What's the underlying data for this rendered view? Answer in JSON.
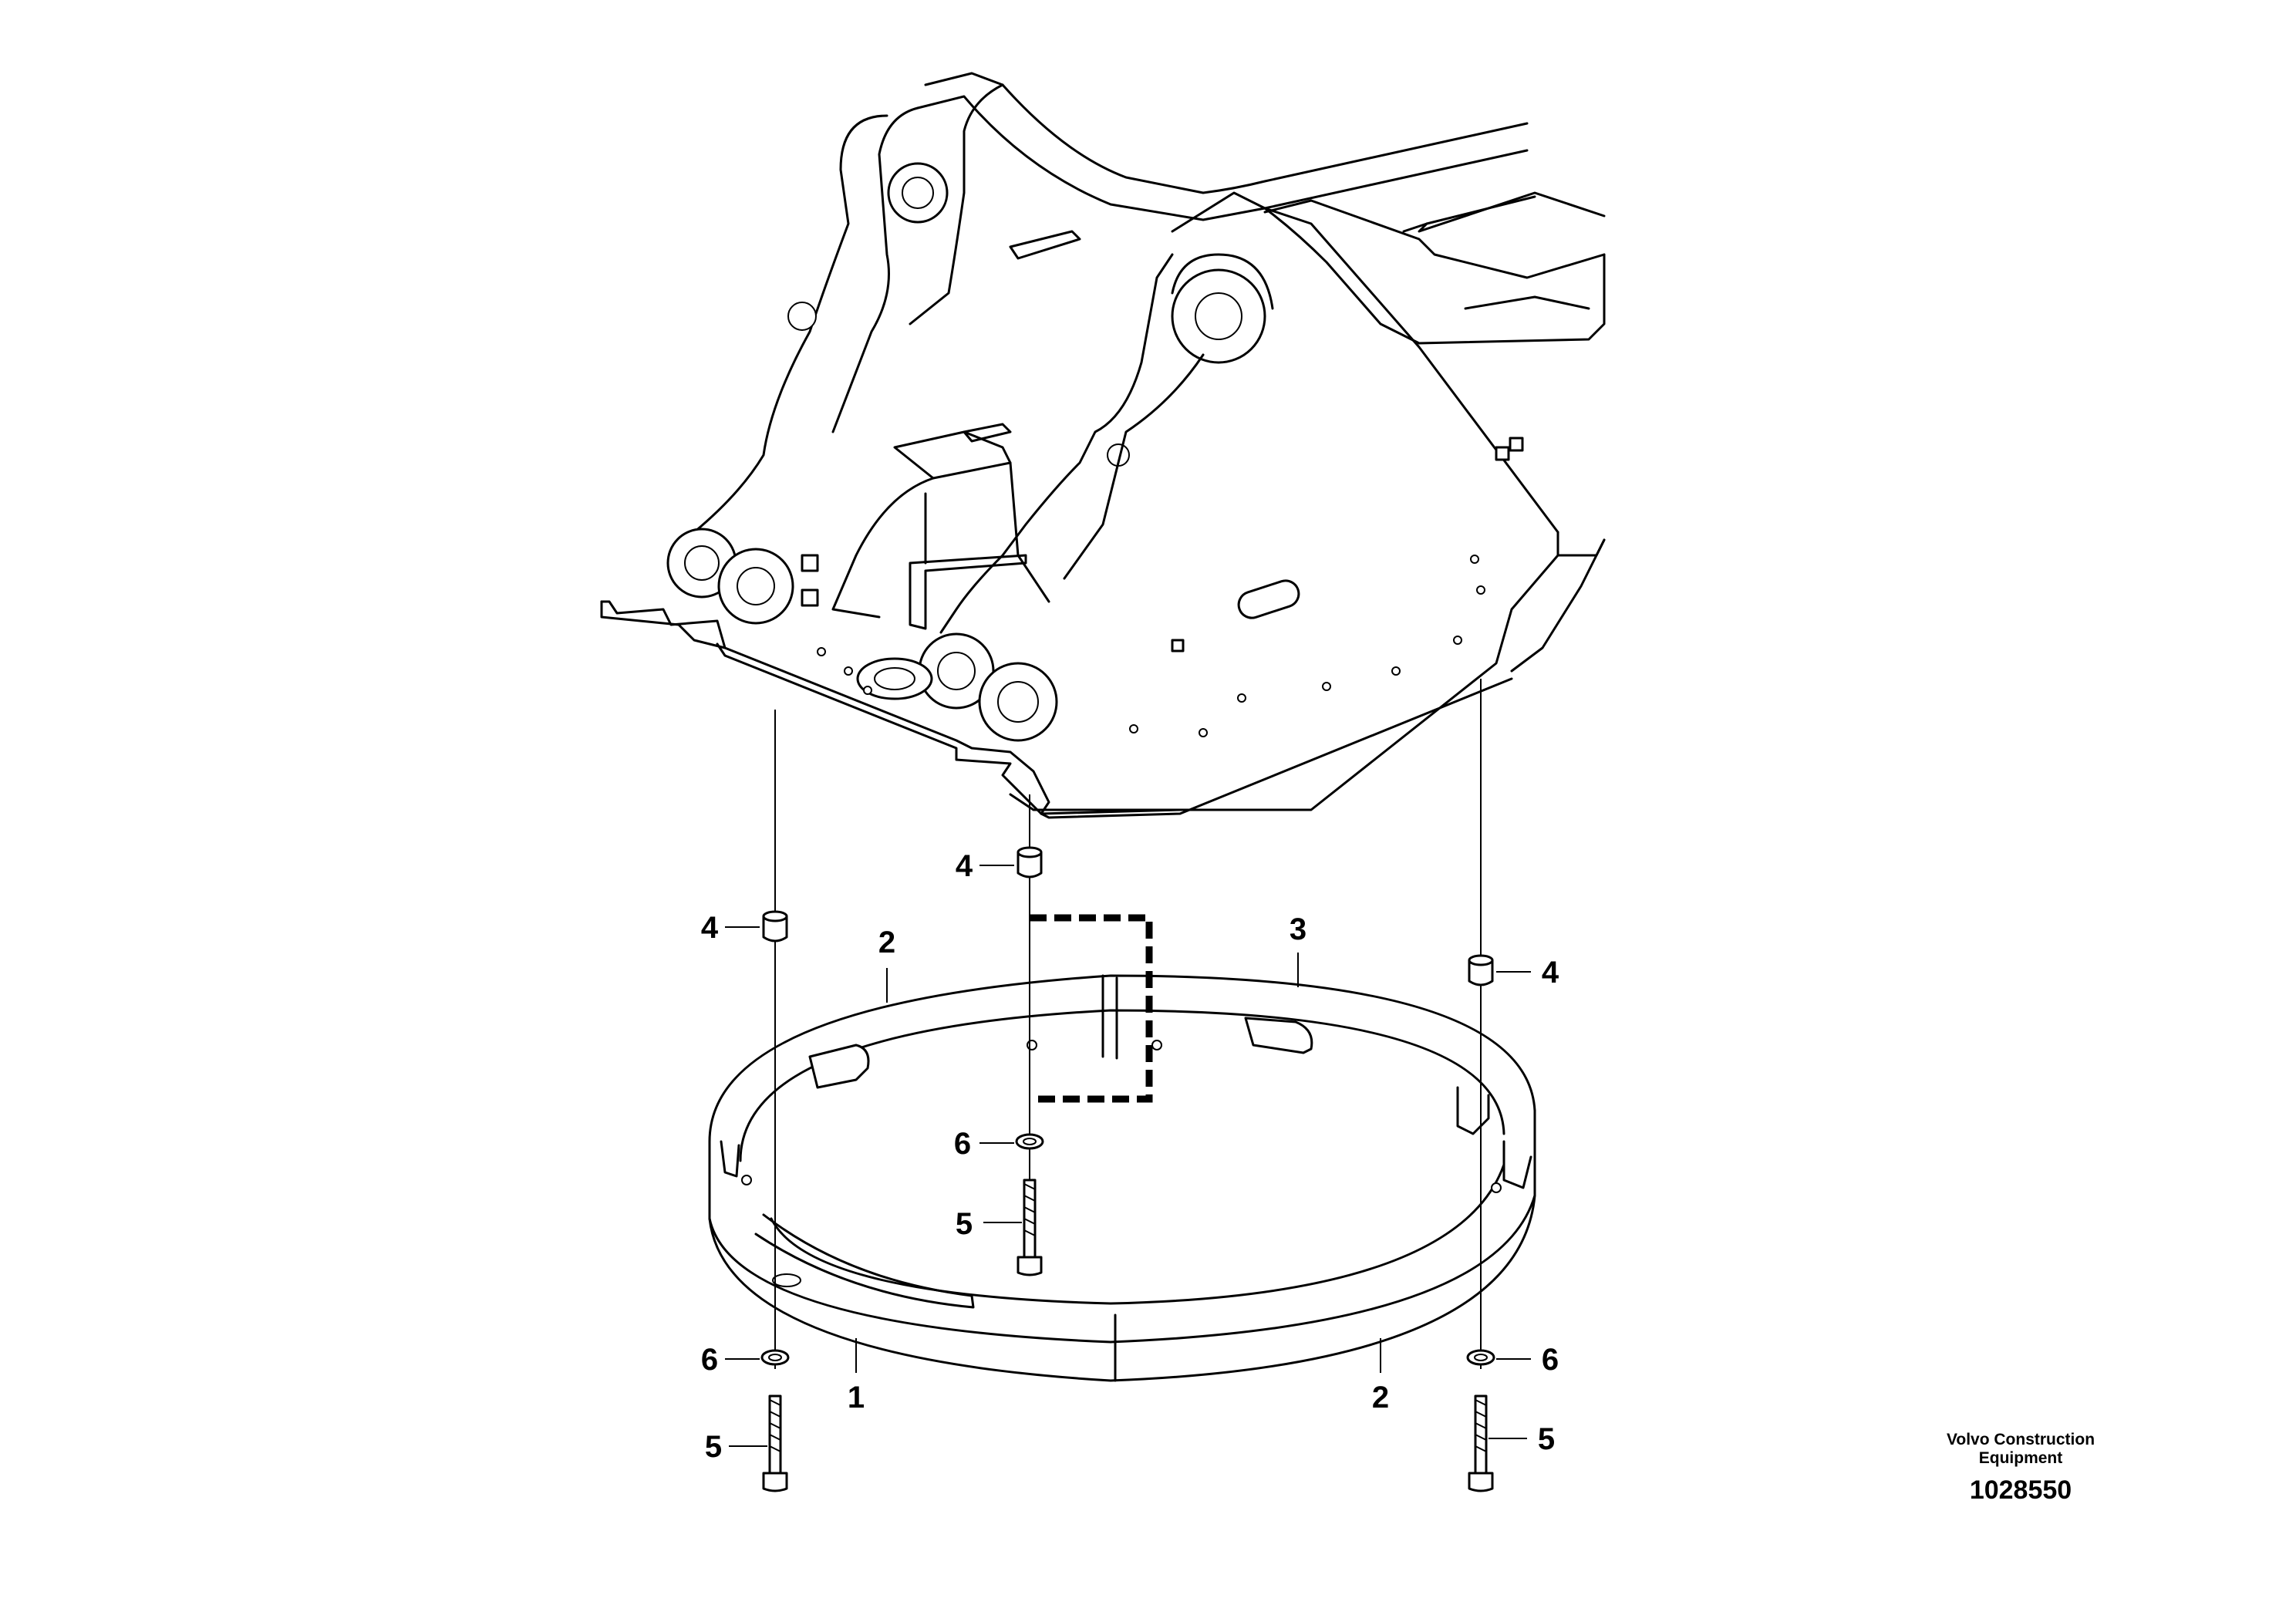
{
  "callouts": {
    "ring_front_left": "1",
    "ring_back_left": "2",
    "ring_front_right": "2",
    "ring_back_right": "3",
    "spacer_left": "4",
    "spacer_center": "4",
    "spacer_right": "4",
    "bolt_left": "5",
    "bolt_center": "5",
    "bolt_right": "5",
    "washer_left": "6",
    "washer_center": "6",
    "washer_right": "6"
  },
  "brand": {
    "line1": "Volvo Construction",
    "line2": "Equipment"
  },
  "drawing_number": "1028550"
}
